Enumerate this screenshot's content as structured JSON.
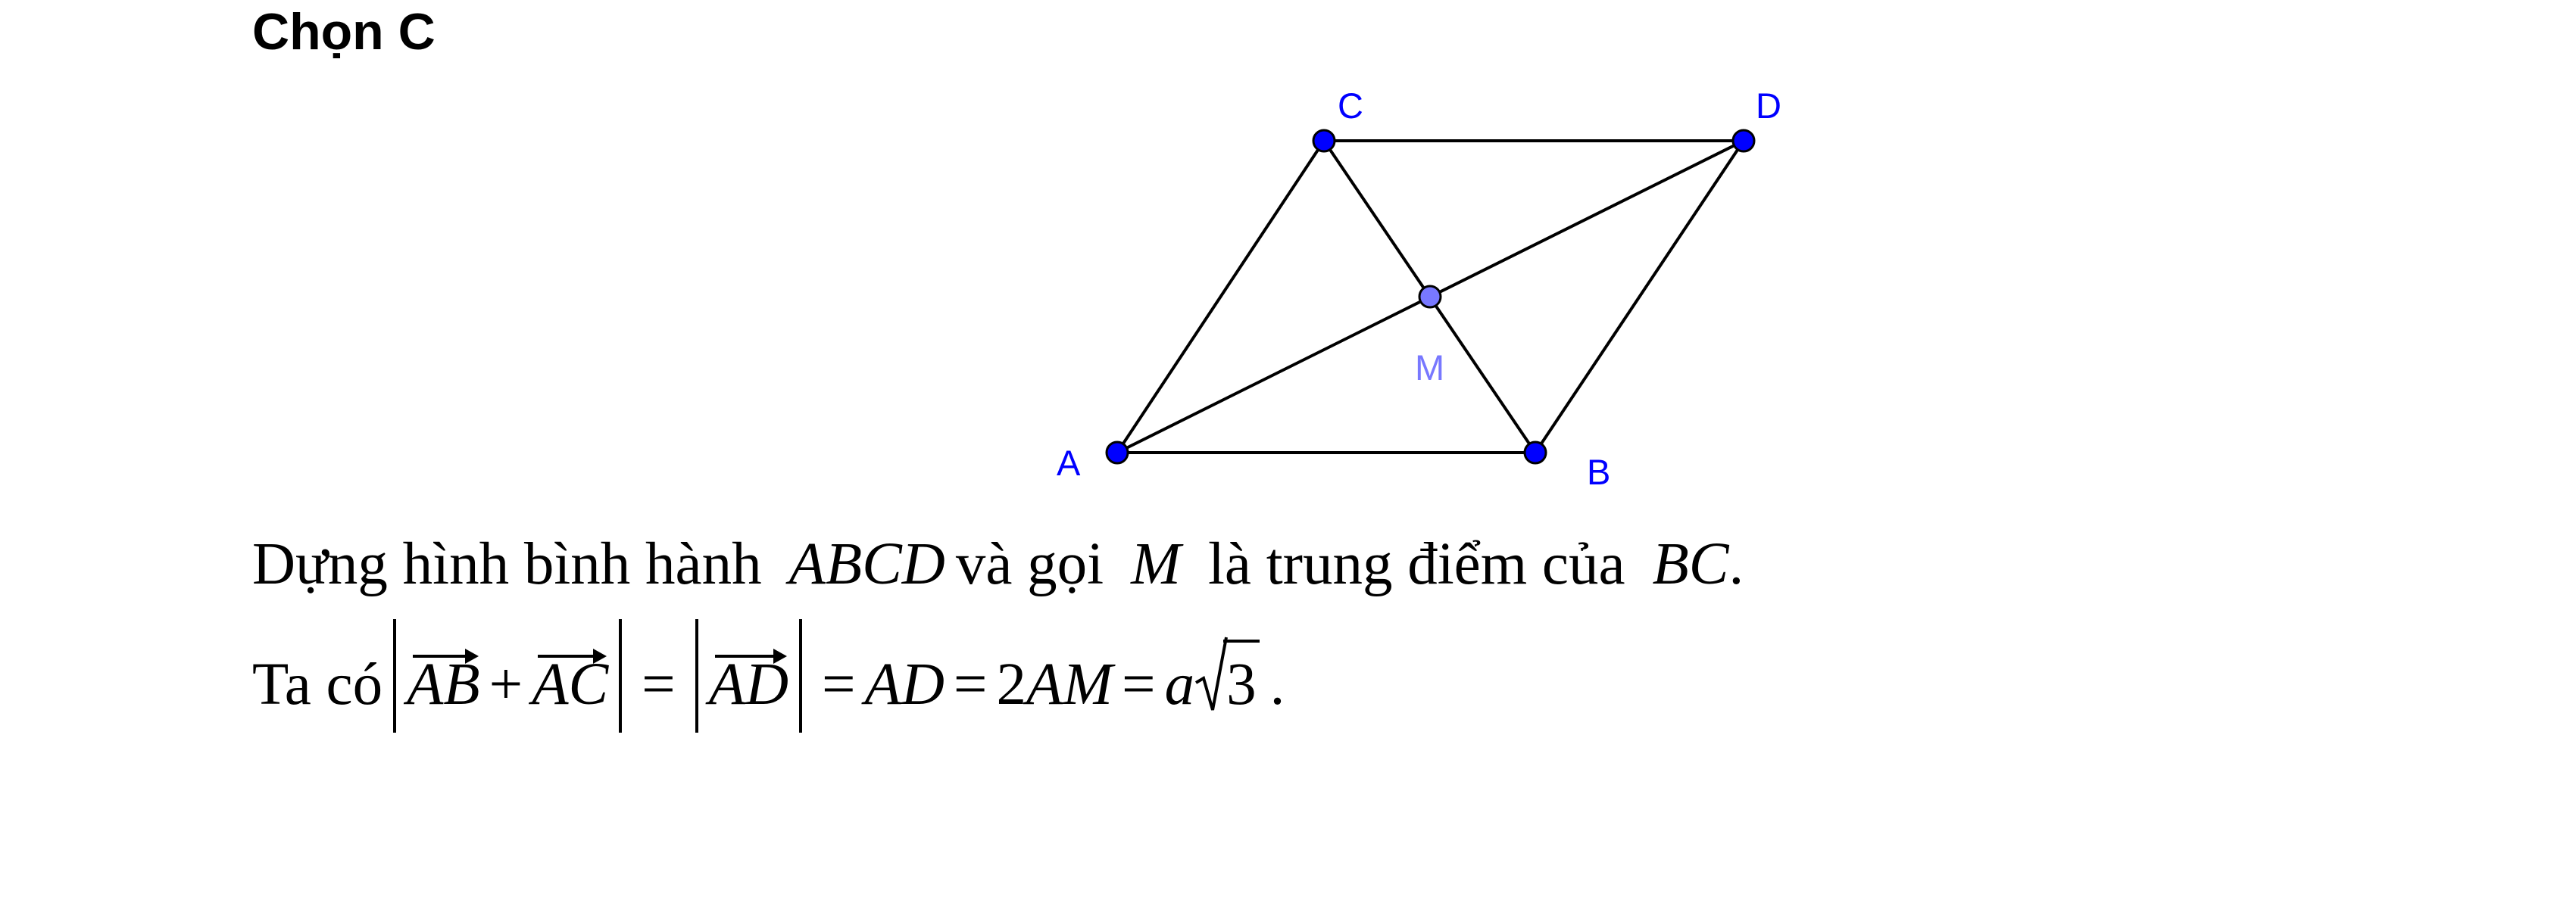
{
  "heading": "Chọn C",
  "figure": {
    "points": {
      "A": {
        "label": "A",
        "color": "#0000ff"
      },
      "B": {
        "label": "B",
        "color": "#0000ff"
      },
      "C": {
        "label": "C",
        "color": "#0000ff"
      },
      "D": {
        "label": "D",
        "color": "#0000ff"
      },
      "M": {
        "label": "M",
        "color": "#7878ff"
      }
    },
    "segments": [
      "AB",
      "CD",
      "AC",
      "BD",
      "AD",
      "BC"
    ],
    "line_color": "#000000"
  },
  "text": {
    "line1": {
      "intro": "Dựng hình bình hành",
      "parallelogram": "ABCD",
      "connector": "và gọi",
      "point": "M",
      "middle": "là trung điểm của",
      "segment": "BC",
      "end": "."
    },
    "line2": {
      "intro": "Ta có",
      "vec1": "AB",
      "plus": "+",
      "vec2": "AC",
      "eq": "=",
      "vec3": "AD",
      "AD": "AD",
      "coef": "2",
      "AM": "AM",
      "a": "a",
      "three": "3",
      "end": "."
    }
  }
}
